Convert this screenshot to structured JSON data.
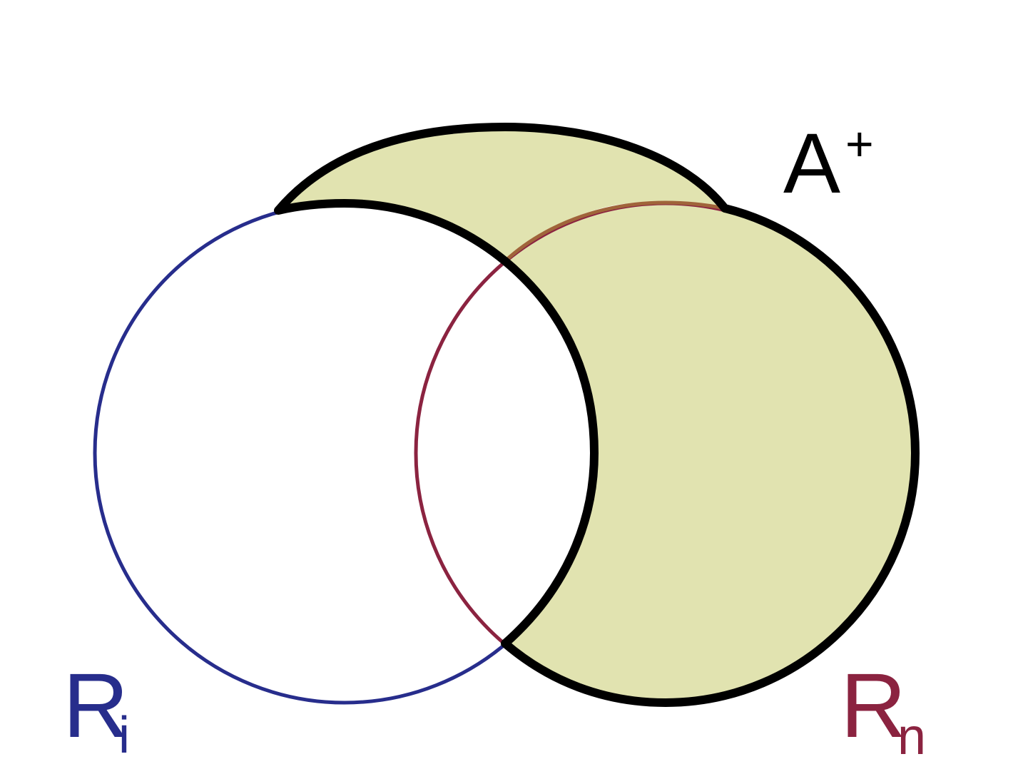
{
  "diagram": {
    "labels": {
      "a_plus": {
        "base": "A",
        "sup": "+"
      },
      "r_i": {
        "base": "R",
        "sub": "i"
      },
      "r_n": {
        "base": "R",
        "sub": "n"
      }
    },
    "colors": {
      "fill": "#e1e3b0",
      "r_i": "#272d8c",
      "r_n": "#8b2340",
      "a_plus_arc": "#a0643a",
      "boundary": "#000000"
    }
  }
}
